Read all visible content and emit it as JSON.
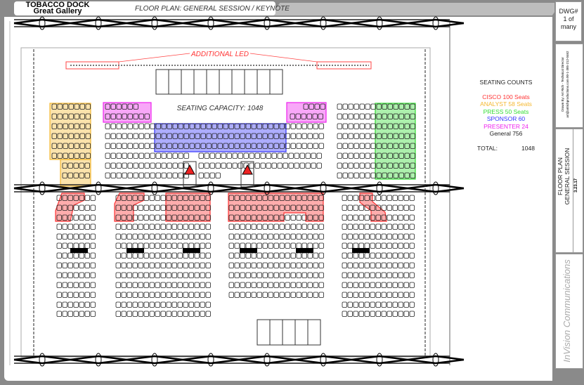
{
  "header": {
    "venue_line1": "TOBACCO DOCK",
    "venue_line2": "Great Gallery",
    "plan_title": "FLOOR PLAN: GENERAL SESSION / KEYNOTE"
  },
  "title_block": {
    "dwg_label": "DWG#",
    "dwg_number": "1 of",
    "dwg_of": "many",
    "drawn_by": "Drawn By:  Art Rich - Technical Director",
    "contact": "art@artrichproductions.com   00-1-385-212-0462",
    "plan_line1": "FLOOR PLAN",
    "plan_line2": "GENERAL SESSION",
    "date": "3.23.17",
    "company": "InVision Communications"
  },
  "plan": {
    "additional_led": "ADDITIONAL LED",
    "seating_capacity": "SEATING CAPACITY: 1048"
  },
  "seating_counts": {
    "title": "SEATING COUNTS",
    "items": [
      {
        "label": "CISCO 100 Seats",
        "color": "#ff3333"
      },
      {
        "label": "ANALYST  58 Seats",
        "color": "#f5b830"
      },
      {
        "label": "PRESS 50 Seats",
        "color": "#33dd33"
      },
      {
        "label": "SPONSOR 60",
        "color": "#3333ff"
      },
      {
        "label": "PRESENTER 24",
        "color": "#ee22ee"
      },
      {
        "label": "General 756",
        "color": "#222222"
      }
    ],
    "total_label": "TOTAL:",
    "total_value": "1048"
  },
  "zone_colors": {
    "cisco": "#ff3333",
    "analyst": "#f5b830",
    "press": "#33dd33",
    "sponsor": "#3333ff",
    "presenter": "#ee22ee"
  }
}
